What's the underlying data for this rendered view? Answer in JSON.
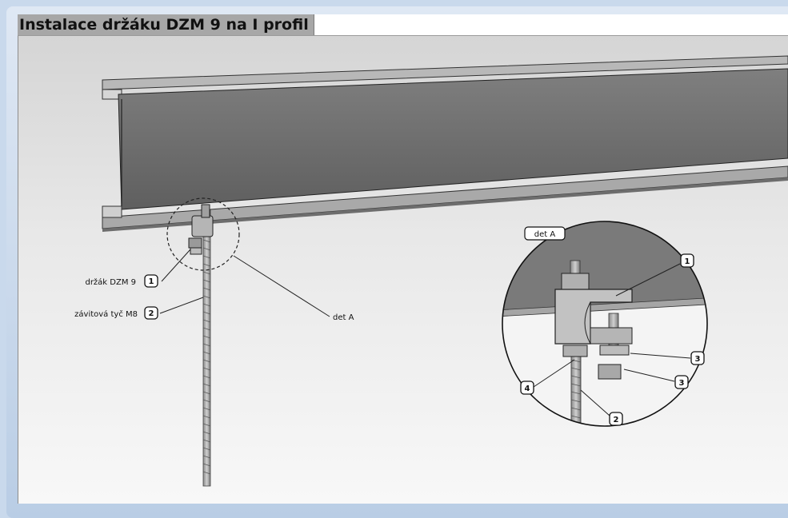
{
  "header": {
    "title": "Instalace držáku DZM 9 na I profil"
  },
  "labels": {
    "holder": "držák DZM 9",
    "holder_num": "1",
    "rod": "závitová tyč M8",
    "rod_num": "2",
    "detail": "det A",
    "detail_tag": "det A"
  },
  "detail_numbers": [
    "1",
    "3",
    "3",
    "4",
    "2"
  ]
}
